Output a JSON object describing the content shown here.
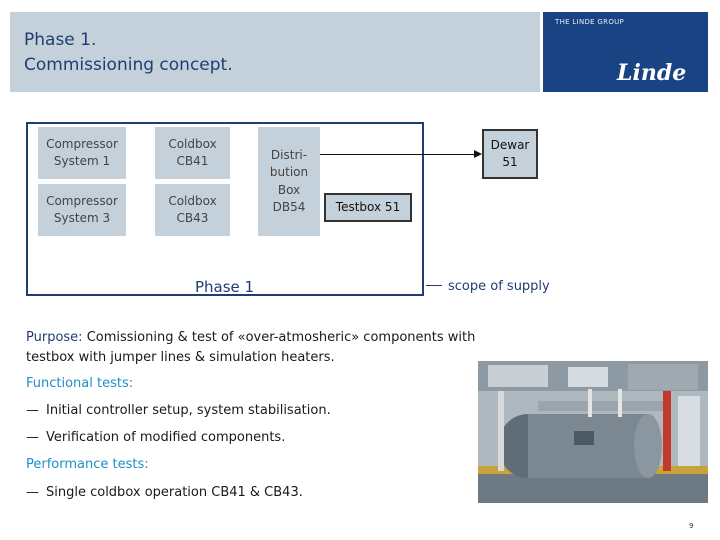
{
  "header": {
    "title_line1": "Phase 1.",
    "title_line2": "Commissioning concept."
  },
  "logo": {
    "group_text": "THE LINDE GROUP",
    "wordmark": "Linde",
    "brand_color": "#1a4383"
  },
  "diagram": {
    "blocks": {
      "compressor1": "Compressor\nSystem 1",
      "coldbox41": "Coldbox\nCB41",
      "compressor3": "Compressor\nSystem 3",
      "coldbox43": "Coldbox\nCB43",
      "distribution": "Distri-\nbution\nBox\nDB54",
      "testbox": "Testbox 51",
      "dewar": "Dewar\n51"
    },
    "phase_label": "Phase 1",
    "scope_label": "scope of supply"
  },
  "purpose": {
    "label": "Purpose:",
    "text": " Comissioning & test of «over-atmosheric» components with testbox with jumper lines & simulation heaters."
  },
  "functional_tests": {
    "heading": "Functional  tests:",
    "items": [
      "Initial controller setup, system stabilisation.",
      "Verification of modified components."
    ]
  },
  "performance_tests": {
    "heading": "Performance  tests:",
    "items": [
      "Single coldbox operation CB41 & CB43."
    ]
  },
  "bullet_glyph": "—",
  "page_number": "9",
  "colors": {
    "accent_blue": "#1e3e73",
    "heading_cyan": "#1e8fc8",
    "block_fill": "#c4d1da"
  }
}
